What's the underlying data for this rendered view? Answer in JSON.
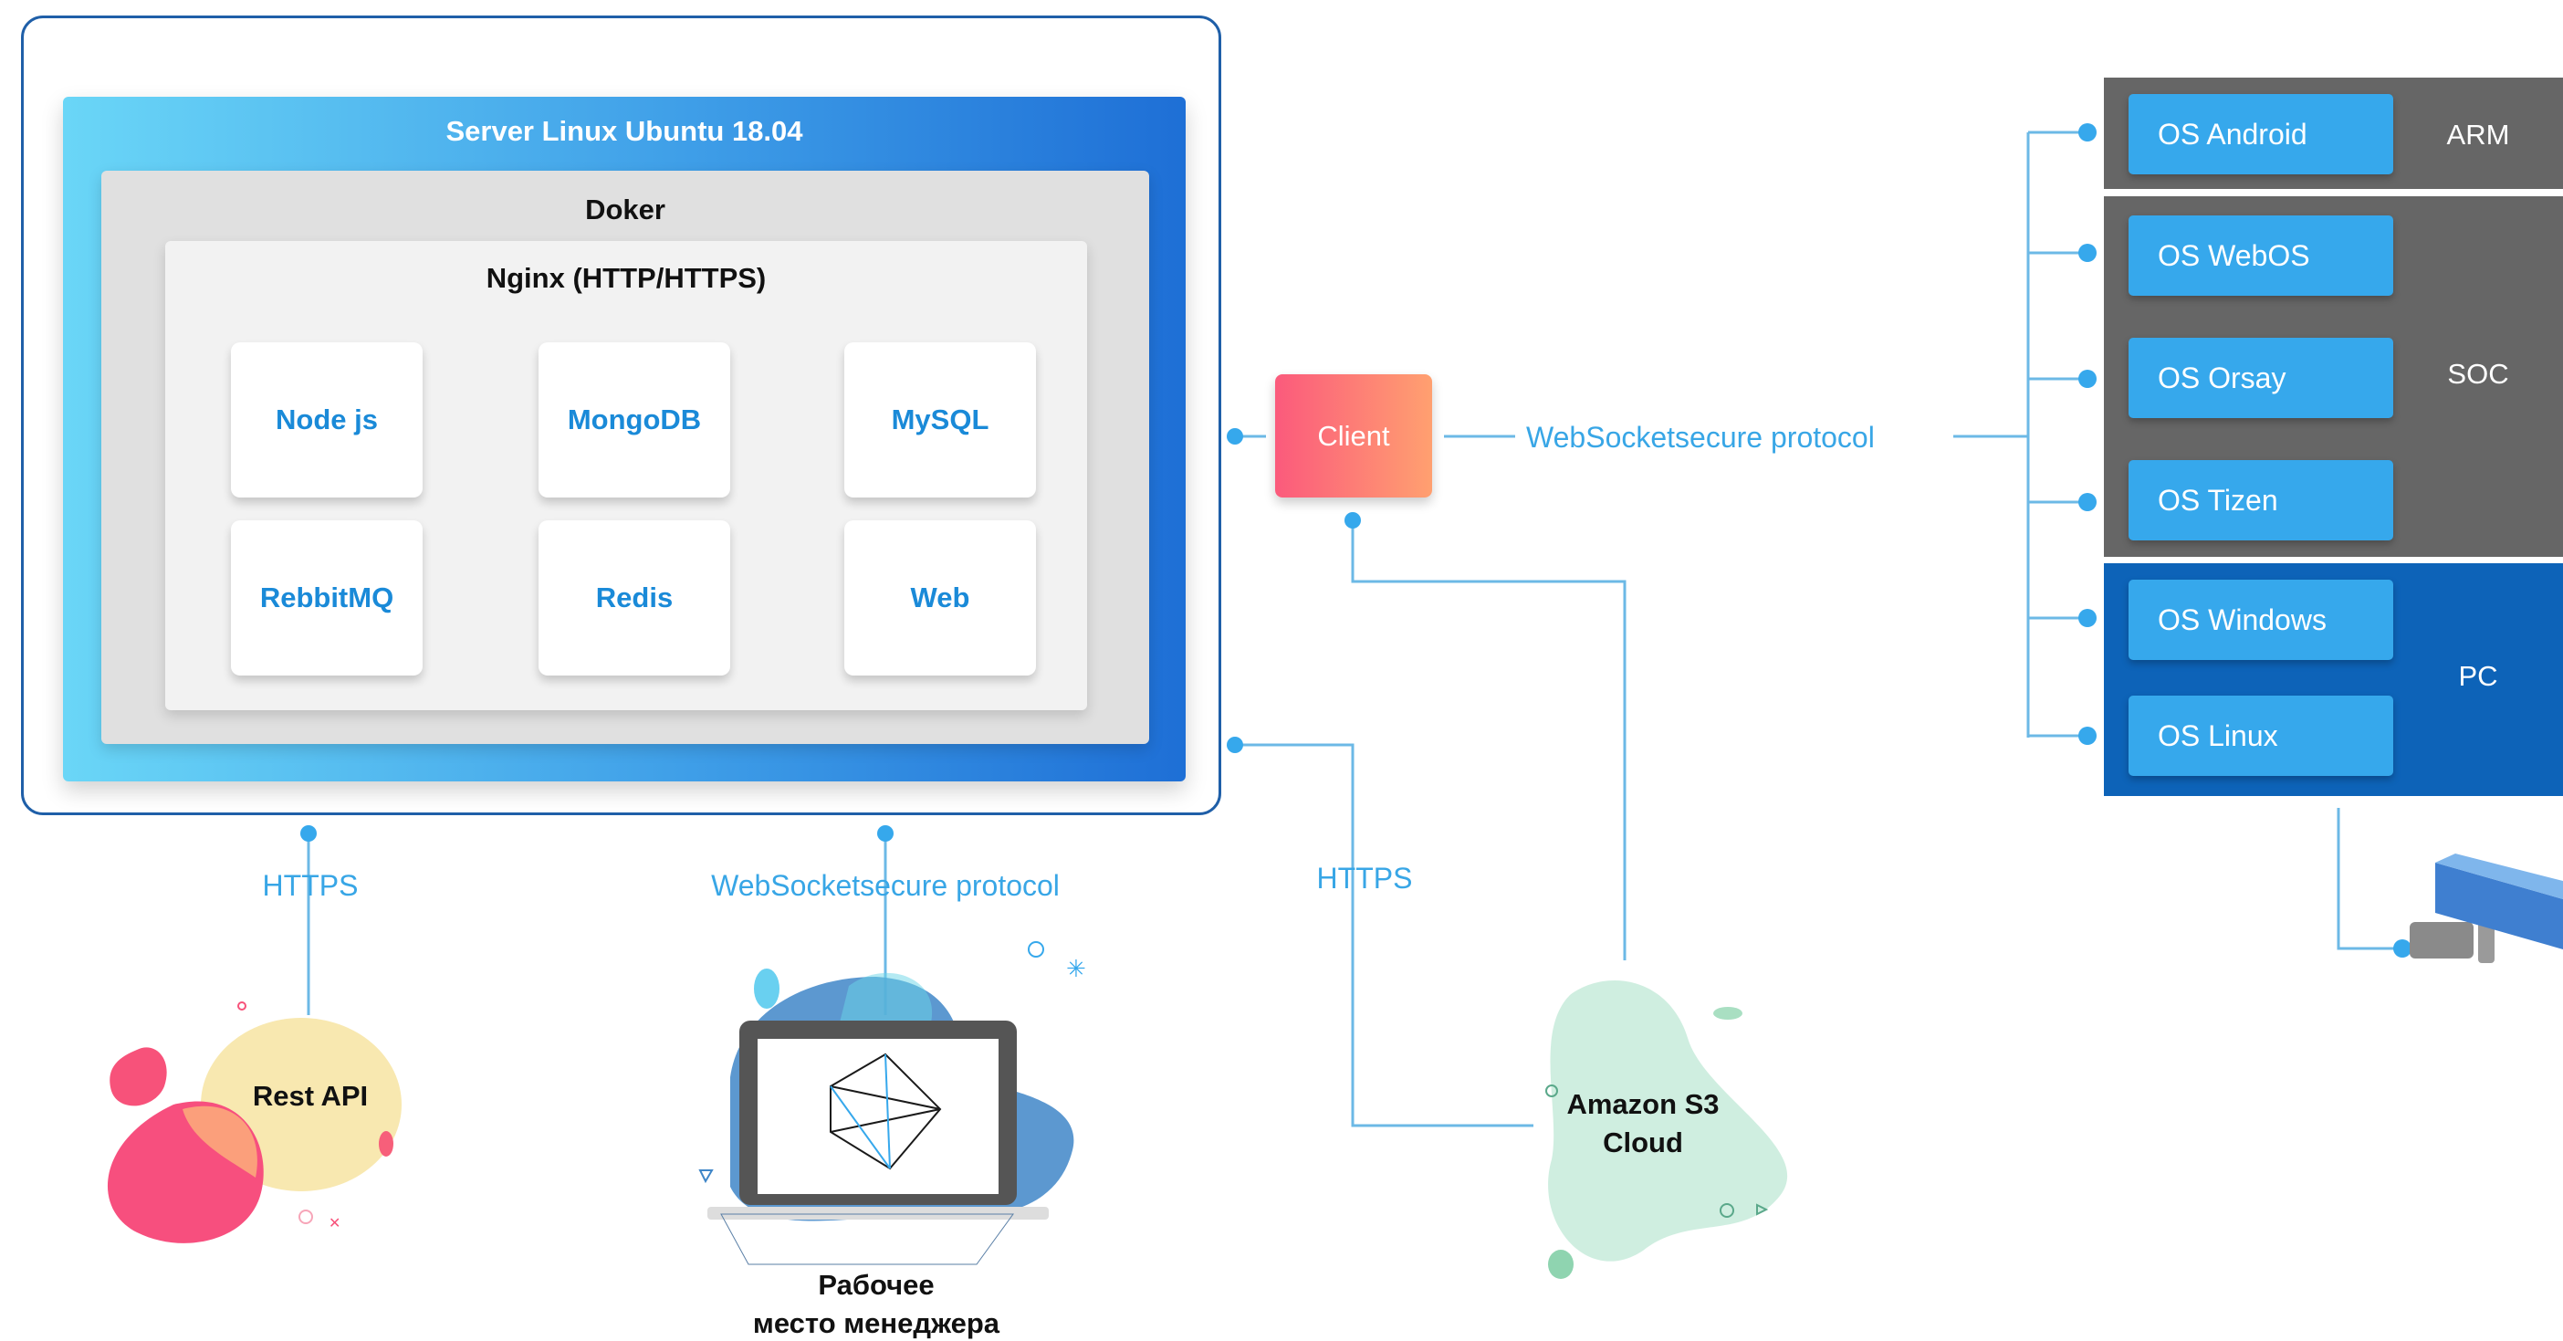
{
  "server": {
    "title": "Server Linux Ubuntu 18.04",
    "docker_title": "Doker",
    "nginx_title": "Nginx (HTTP/HTTPS)",
    "services": [
      "Node js",
      "MongoDB",
      "MySQL",
      "RebbitMQ",
      "Redis",
      "Web"
    ]
  },
  "client": {
    "label": "Client"
  },
  "connections": {
    "client_devices": "WebSocketsecure protocol",
    "server_rest": "HTTPS",
    "server_manager": "WebSocketsecure protocol",
    "server_cloud": "HTTPS"
  },
  "endpoints": {
    "rest_api": "Rest API",
    "manager_line1": "Рабочее",
    "manager_line2": "место менеджера",
    "cloud_line1": "Amazon S3",
    "cloud_line2": "Cloud"
  },
  "devices": {
    "groups": [
      {
        "label": "ARM",
        "items": [
          "OS Android"
        ]
      },
      {
        "label": "SOC",
        "items": [
          "OS WebOS",
          "OS Orsay",
          "OS Tizen"
        ]
      },
      {
        "label": "PC",
        "items": [
          "OS Windows",
          "OS Linux"
        ]
      }
    ]
  },
  "colors": {
    "accent": "#38a6e6",
    "frame": "#1f5fa8",
    "client_from": "#fb5a7c",
    "client_to": "#ffa070",
    "group_gray": "#666666",
    "group_pc": "#0d63b8",
    "os_button": "#36a8ec"
  }
}
